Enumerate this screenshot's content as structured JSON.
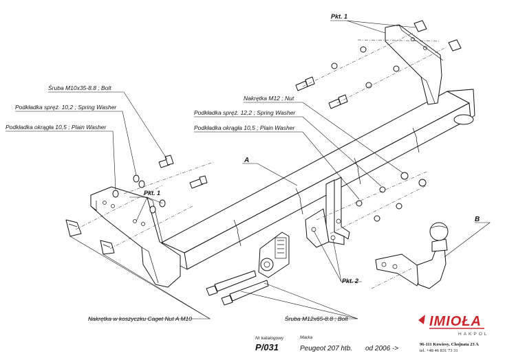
{
  "labels": {
    "bolt_m10": "Śruba M10x35-8.8  ;  Bolt",
    "spring_washer_left": "Podkładka spręż. 10,2 ; Spring Washer",
    "plain_washer_left": "Podkładka okrągła 10,5 ; Plain Washer",
    "nut_m12": "Nakrętka  M12 ; Nut",
    "spring_washer_right": "Podkładka spręż. 12,2 ; Spring Washer",
    "plain_washer_right": "Podkładka okrągła 10,5 ; Plain Washer",
    "cage_nut": "Nakrętka w koszyczku Caget Nut A M10",
    "bolt_m12": "Śruba M12x65-8.8  ;  Bolt",
    "pkt1_top": "Pkt. 1",
    "pkt1_left": "Pkt. 1",
    "pkt2": "Pkt. 2",
    "part_a": "A",
    "part_b": "B"
  },
  "footer": {
    "catalog_caption": "Nr katalogowy",
    "catalog_number": "P/031",
    "make_caption": "Marka",
    "make_value": "Peugeot 207 htb.",
    "from_value": "od 2006 ->"
  },
  "logo": {
    "brand": "IMIOŁA",
    "sub": "HAKPOL",
    "address": "96-111 Kowiesy, Chojnata 23 A",
    "phone": "tel. +48 46 831 73 31",
    "brand_color": "#c9262c"
  }
}
